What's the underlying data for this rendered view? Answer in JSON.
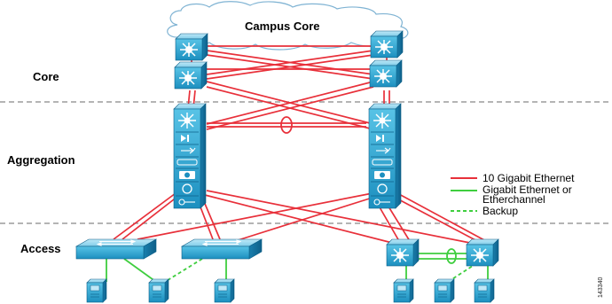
{
  "labels": {
    "campus_core": "Campus Core",
    "core": "Core",
    "aggregation": "Aggregation",
    "access": "Access"
  },
  "legend": {
    "ten_gig": "10 Gigabit Ethernet",
    "gig_line1": "Gigabit Ethernet or",
    "gig_line2": "Etherchannel",
    "backup": "Backup"
  },
  "figure_id": "143340",
  "colors": {
    "ten_gig_link": "#e8303a",
    "gig_link": "#3fce3f",
    "device_blue": "#2aa4d0",
    "tier_divider": "#888888"
  },
  "icons": [
    "multilayer-switch-icon",
    "layer2-switch-icon",
    "server-icon",
    "cloud-icon",
    "etherchannel-icon"
  ]
}
